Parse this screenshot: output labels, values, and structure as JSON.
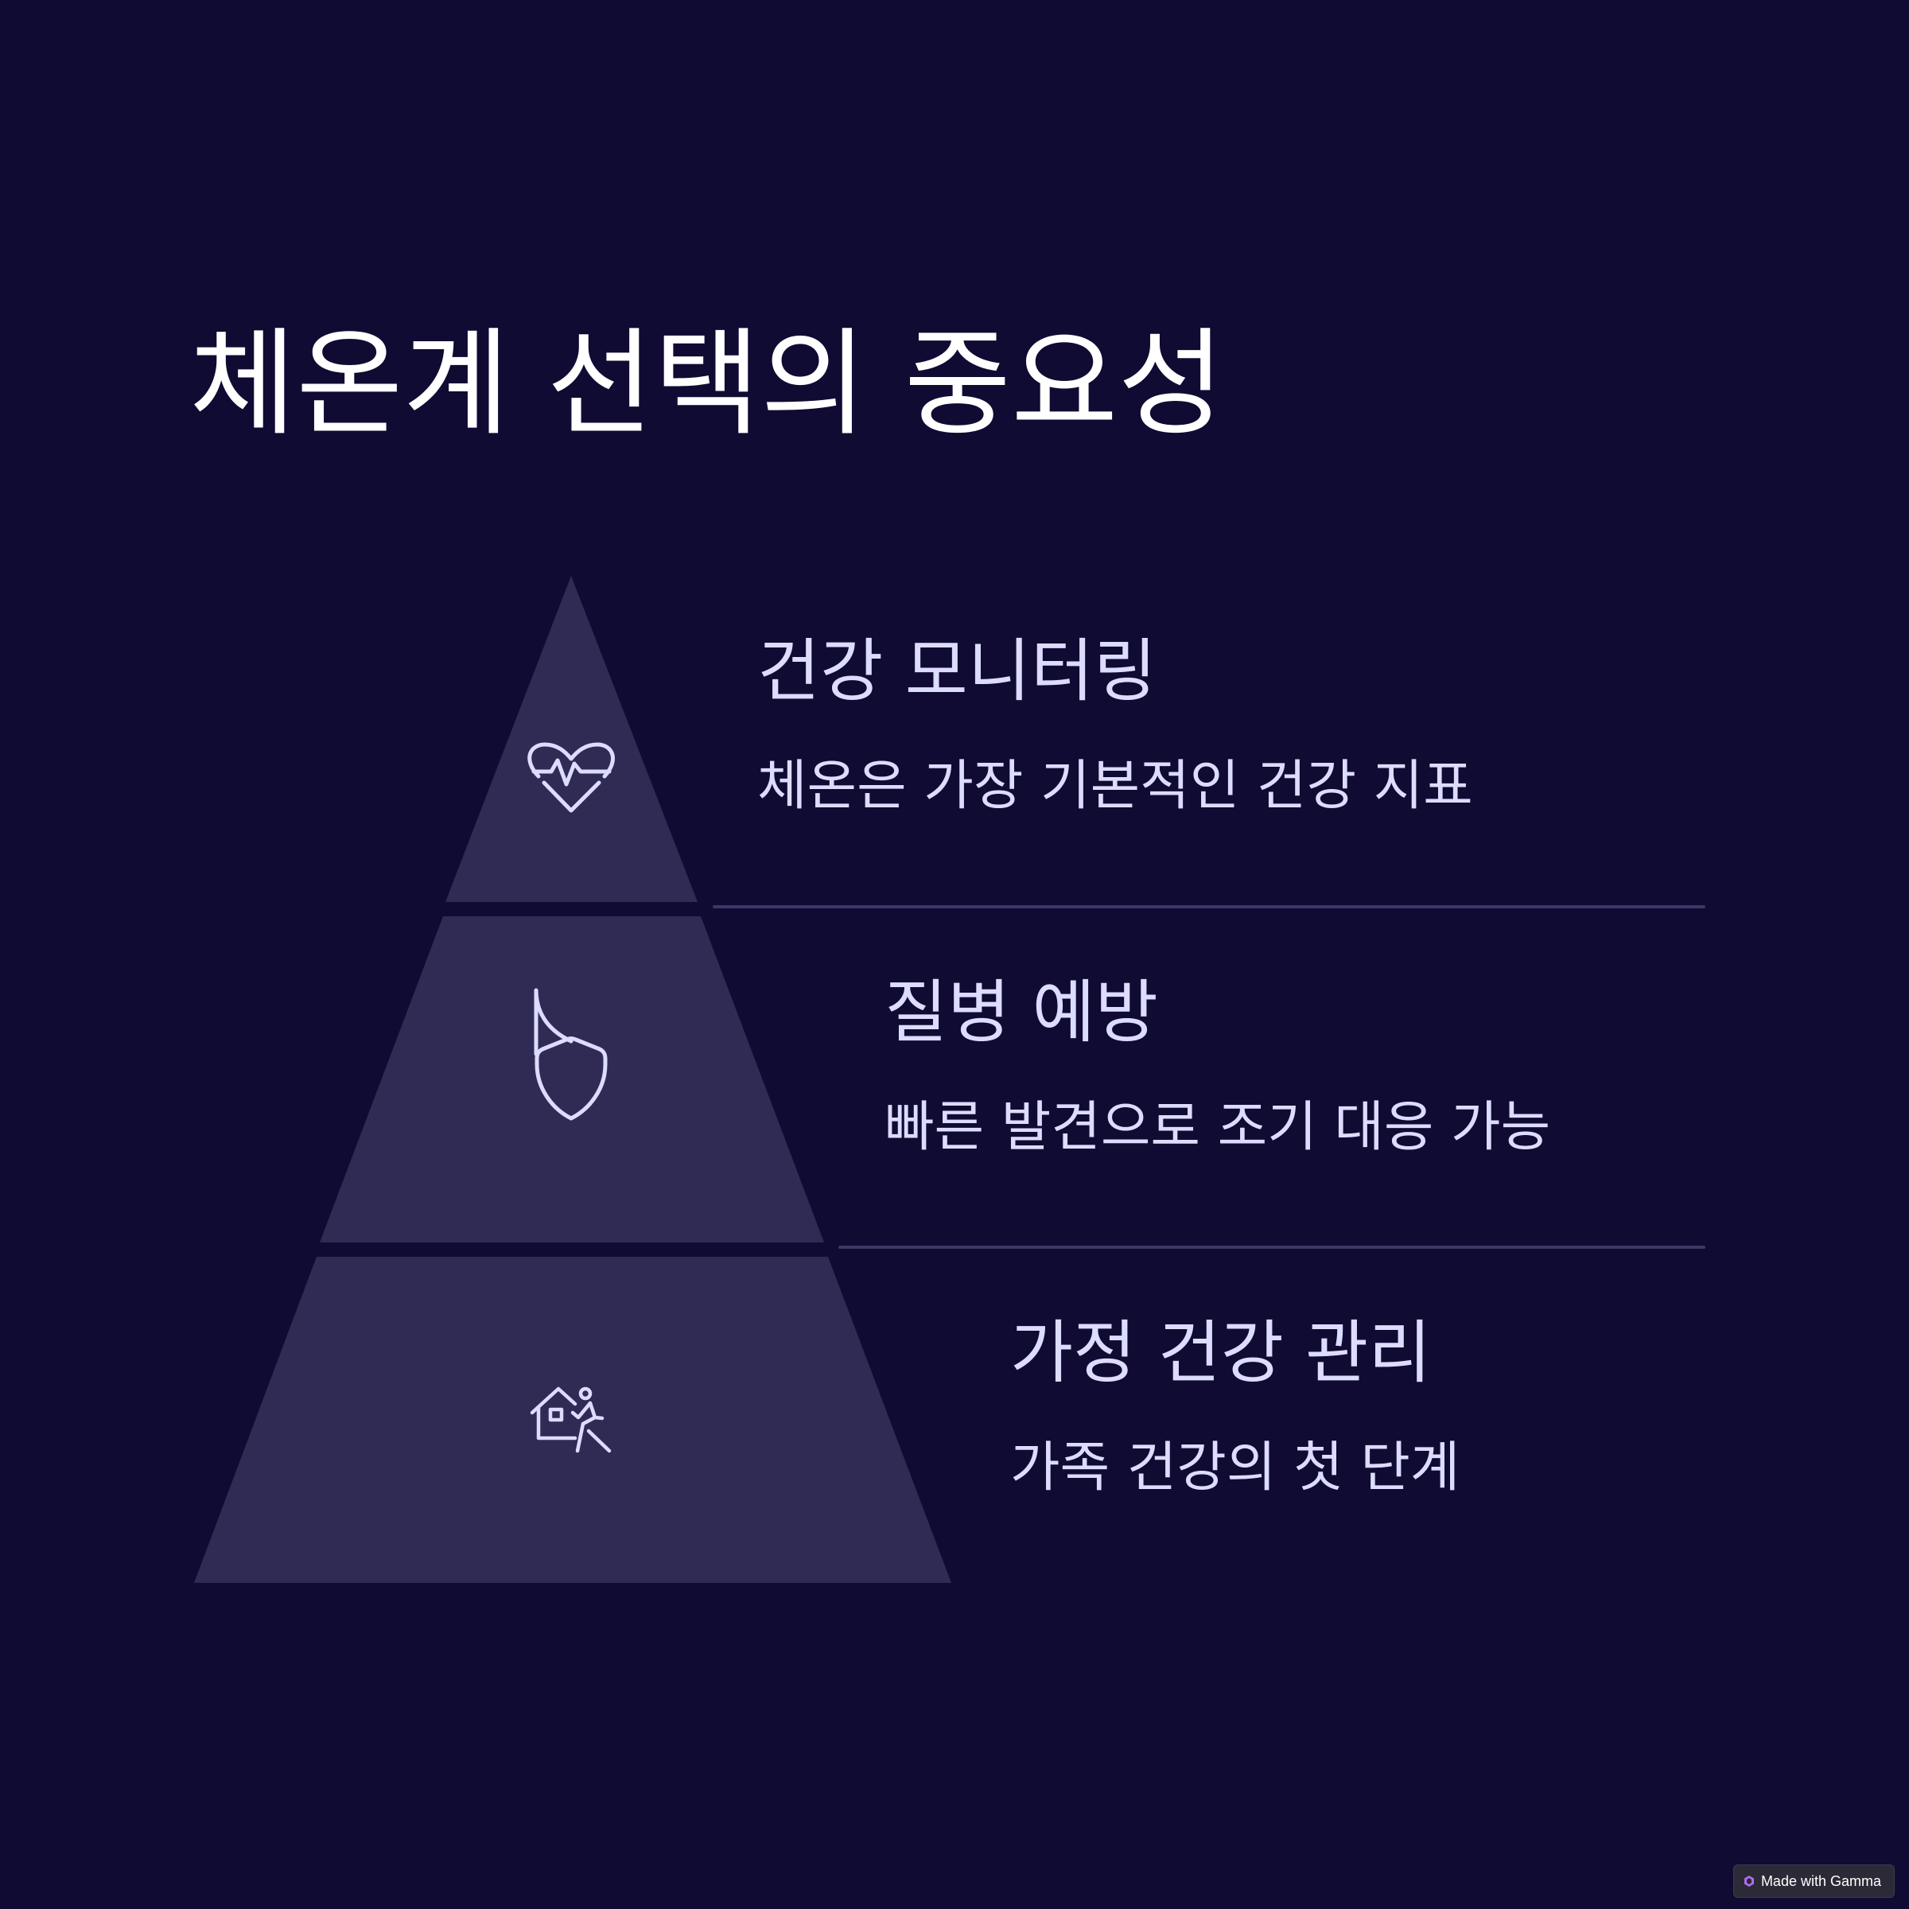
{
  "title": "체온계 선택의 중요성",
  "tiers": [
    {
      "heading": "건강 모니터링",
      "description": "체온은 가장 기본적인 건강 지표",
      "icon": "heart-pulse-icon"
    },
    {
      "heading": "질병 예방",
      "description": "빠른 발견으로 조기 대응 가능",
      "icon": "shield-icon"
    },
    {
      "heading": "가정 건강 관리",
      "description": "가족 건강의 첫 단계",
      "icon": "house-person-icon"
    }
  ],
  "colors": {
    "background": "#100b33",
    "pyramid_fill": "#302b55",
    "text": "#dcdcff",
    "divider": "#3c3868"
  },
  "badge": {
    "label": "Made with Gamma"
  }
}
